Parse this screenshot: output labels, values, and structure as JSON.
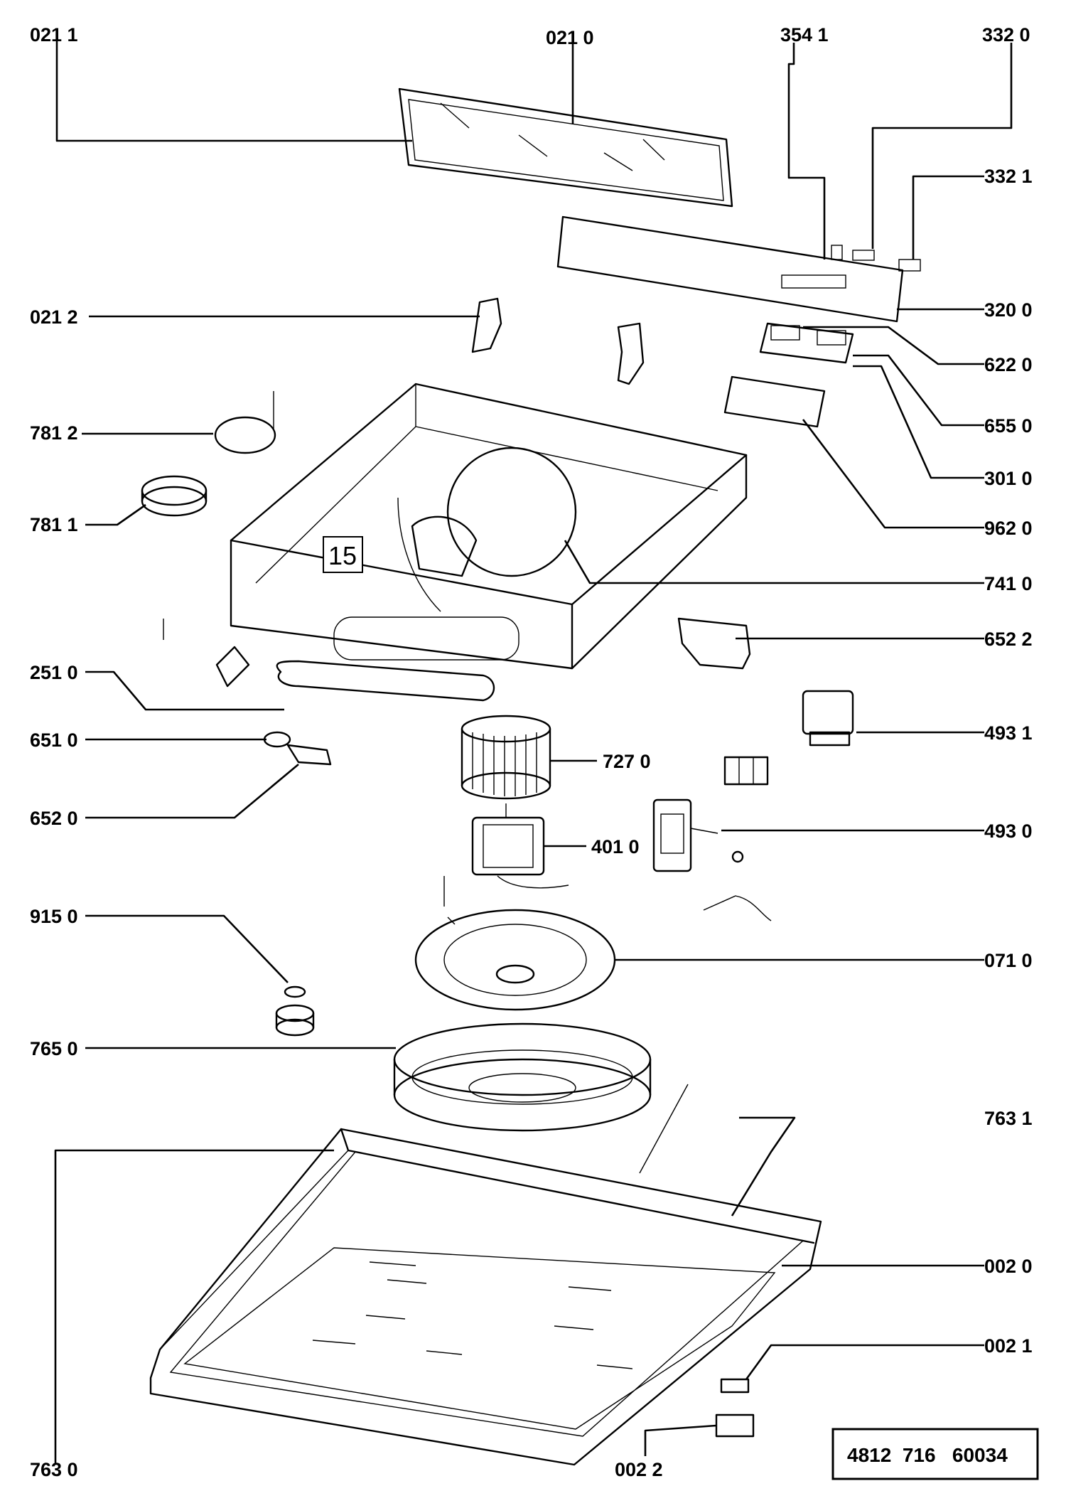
{
  "labels": {
    "p0211": "021 1",
    "p0210": "021 0",
    "p3541": "354 1",
    "p3320": "332 0",
    "p3321": "332 1",
    "p0212": "021 2",
    "p3200": "320 0",
    "p6220": "622 0",
    "p7812": "781 2",
    "p6550": "655 0",
    "p3010": "301 0",
    "p7811": "781 1",
    "p9620": "962 0",
    "p7410": "741 0",
    "p6522": "652 2",
    "p2510": "251 0",
    "p4931": "493 1",
    "p6510": "651 0",
    "p7270": "727 0",
    "p6520": "652 0",
    "p4010": "401 0",
    "p4930": "493 0",
    "p9150": "915 0",
    "p0710": "071 0",
    "p7650": "765 0",
    "p7631": "763 1",
    "p0020": "002 0",
    "p0021": "002 1",
    "p7630": "763 0",
    "p0022": "002 2"
  },
  "callout": "15",
  "document_number": "4812  716   60034"
}
